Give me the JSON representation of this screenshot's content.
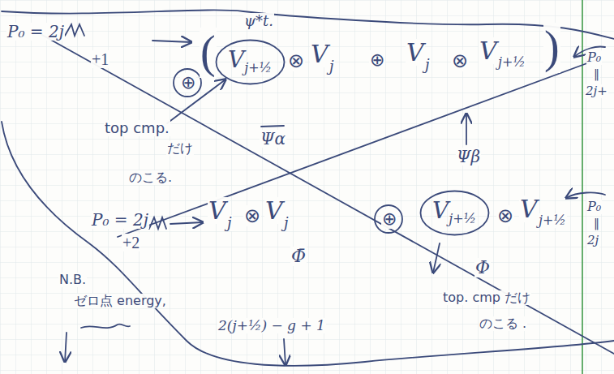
{
  "diagram": {
    "nodes": [
      {
        "text": [
          "V",
          "j+½"
        ]
      },
      {
        "text": [
          "V",
          "j+½"
        ]
      }
    ],
    "labels": [
      "P₀ = 2j",
      "+1",
      "ψ*t.",
      "⊕",
      "(",
      "⊗",
      "V",
      "j",
      "⊕",
      "V",
      "j",
      "⊗",
      "V",
      "j+½",
      ")",
      "Ψα",
      "Ψβ",
      "top cmp.",
      "だけ",
      "のこる.",
      "P₀",
      "‖",
      "2j+",
      "P₀ = 2j",
      "+2",
      "V",
      "j",
      "⊗",
      "V",
      "j",
      "⊕",
      "⊗",
      "V",
      "j+½",
      "Φ̄",
      "Φ",
      "top. cmp だけ",
      "のこる .",
      "P₀",
      "‖",
      "2j",
      "N.B.",
      "ゼロ点 energy,",
      "2(j+½) − g + 1"
    ]
  }
}
